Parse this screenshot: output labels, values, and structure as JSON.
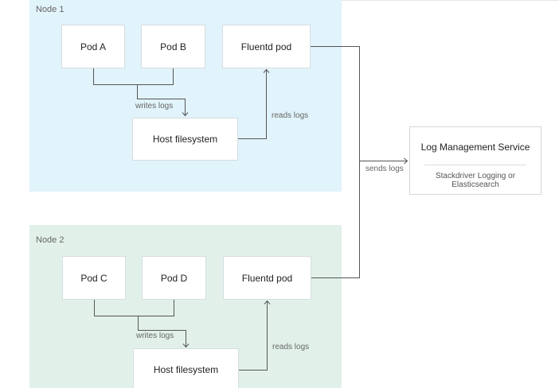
{
  "diagram": {
    "node1": {
      "label": "Node 1",
      "pod_a": "Pod A",
      "pod_b": "Pod B",
      "fluentd": "Fluentd pod",
      "host_fs": "Host filesystem",
      "writes_logs": "writes logs",
      "reads_logs": "reads logs"
    },
    "node2": {
      "label": "Node 2",
      "pod_c": "Pod C",
      "pod_d": "Pod D",
      "fluentd": "Fluentd pod",
      "host_fs": "Host filesystem",
      "writes_logs": "writes logs",
      "reads_logs": "reads logs"
    },
    "sends_logs": "sends logs",
    "service": {
      "title": "Log Management Service",
      "subtitle": "Stackdriver Logging or Elasticsearch"
    }
  },
  "colors": {
    "node1_bg": "#e1f3fb",
    "node2_bg": "#e1f1ea",
    "line": "#555555"
  }
}
